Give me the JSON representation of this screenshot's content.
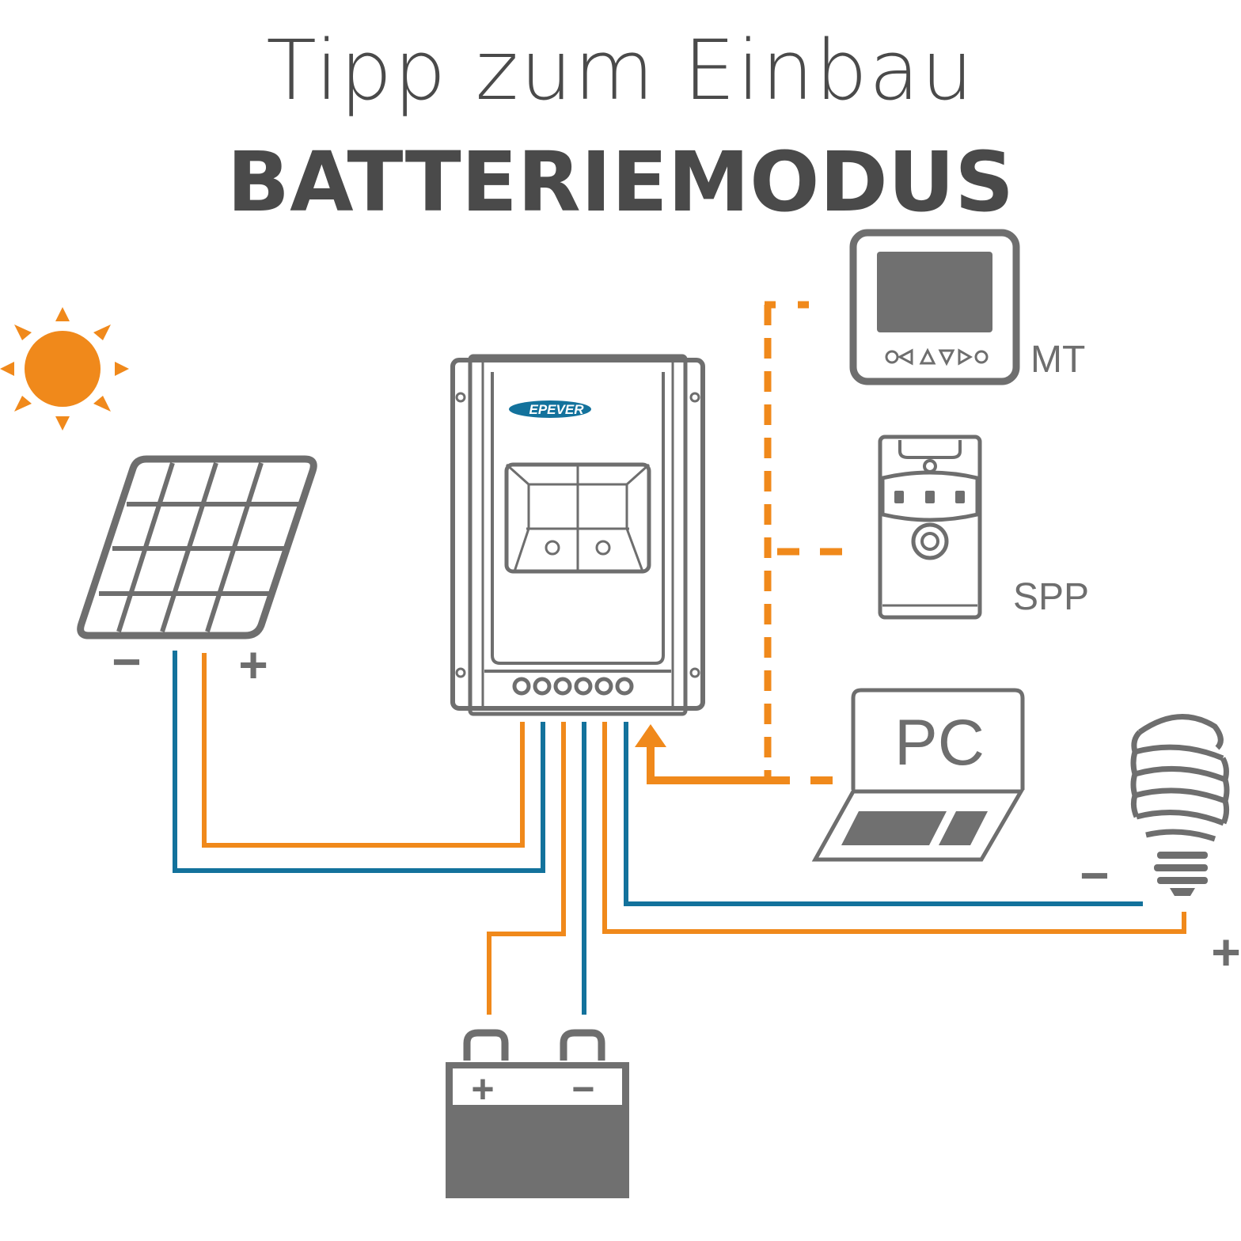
{
  "title": {
    "line1": "Tipp zum Einbau",
    "line2": "BATTERIEMODUS"
  },
  "controller": {
    "brand": "EPEVER"
  },
  "devices": {
    "mt_label": "MT",
    "spp_label": "SPP",
    "pc_label": "PC"
  },
  "polarity": {
    "panel_negative": "−",
    "panel_positive": "+",
    "battery_positive": "+",
    "battery_negative": "−",
    "load_negative": "−",
    "load_positive": "+"
  },
  "colors": {
    "positive_wire": "#F0891B",
    "negative_wire": "#13729C",
    "outline": "#6e6e6e",
    "sun": "#F0891B"
  },
  "icons": [
    "sun-icon",
    "solar-panel-icon",
    "charge-controller-icon",
    "mt-remote-meter-icon",
    "spp-device-icon",
    "laptop-icon",
    "light-bulb-icon",
    "battery-icon"
  ]
}
